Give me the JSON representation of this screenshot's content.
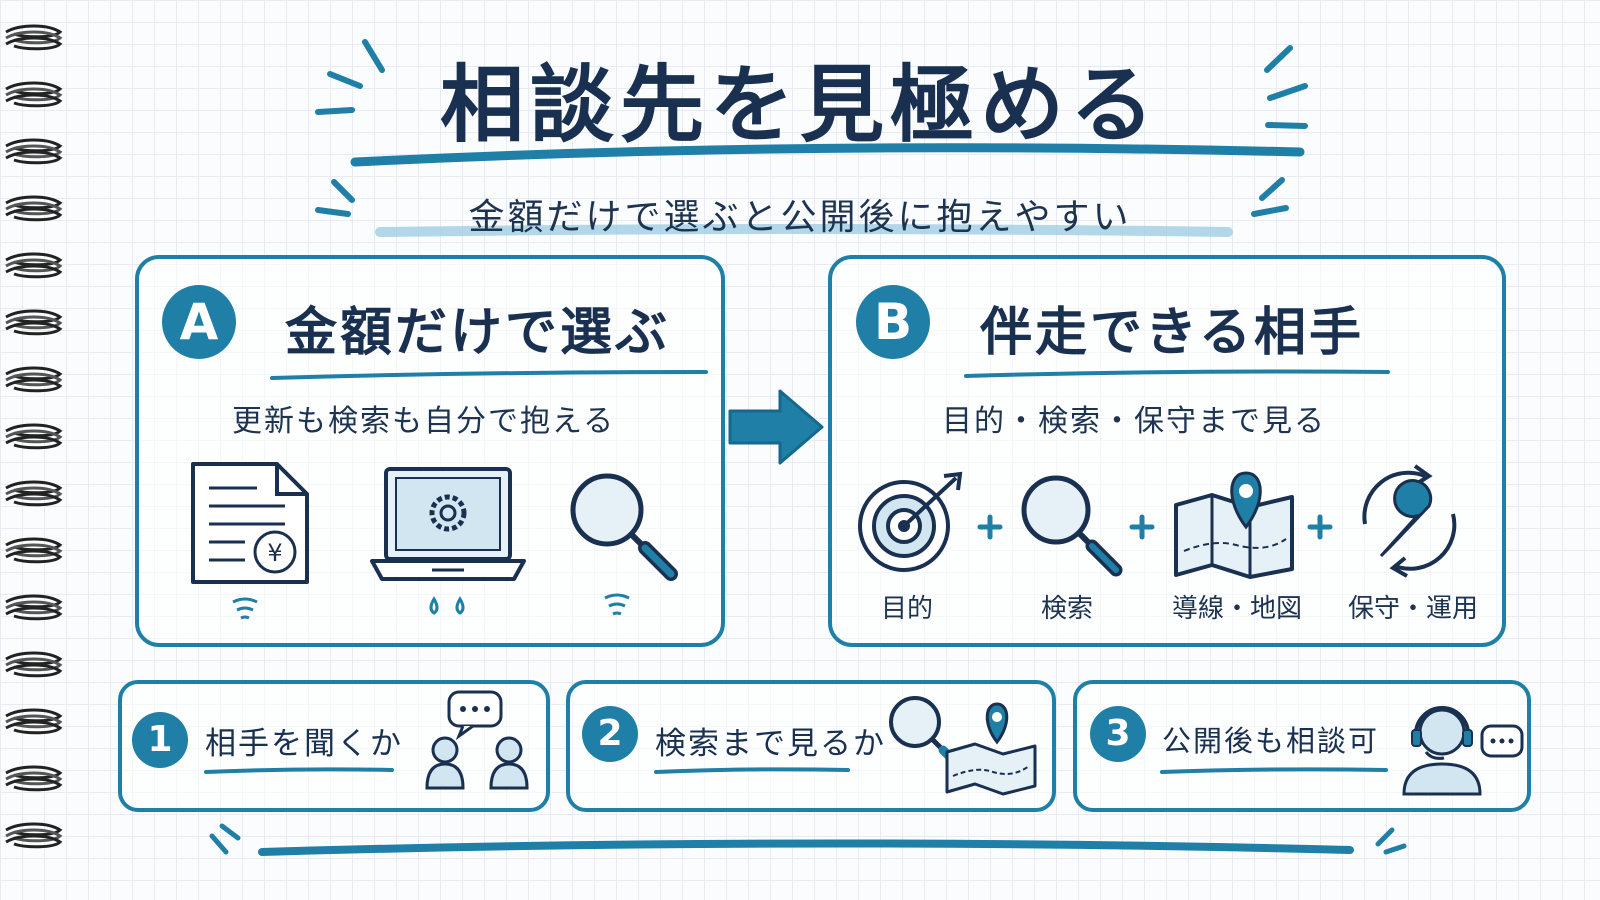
{
  "title": "相談先を見極める",
  "subtitle": "金額だけで選ぶと公開後に抱えやすい",
  "panel_a": {
    "badge": "A",
    "heading": "金額だけで選ぶ",
    "description": "更新も検索も自分で抱える",
    "icons": [
      "invoice-yen-icon",
      "laptop-gear-icon",
      "magnifier-icon"
    ]
  },
  "panel_b": {
    "badge": "B",
    "heading": "伴走できる相手",
    "description": "目的・検索・保守まで見る",
    "items": [
      {
        "icon": "target-icon",
        "label": "目的"
      },
      {
        "icon": "magnifier-icon",
        "label": "検索"
      },
      {
        "icon": "map-pin-icon",
        "label": "導線・地図"
      },
      {
        "icon": "wrench-cycle-icon",
        "label": "保守・運用"
      }
    ],
    "plus": "+"
  },
  "criteria": [
    {
      "number": "1",
      "label": "相手を聞くか",
      "icon": "people-chat-icon"
    },
    {
      "number": "2",
      "label": "検索まで見るか",
      "icon": "magnifier-map-icon"
    },
    {
      "number": "3",
      "label": "公開後も相談可",
      "icon": "support-headset-icon"
    }
  ],
  "colors": {
    "accent": "#1f7fa6",
    "ink": "#1a3050",
    "light_accent": "#9fcde3"
  }
}
